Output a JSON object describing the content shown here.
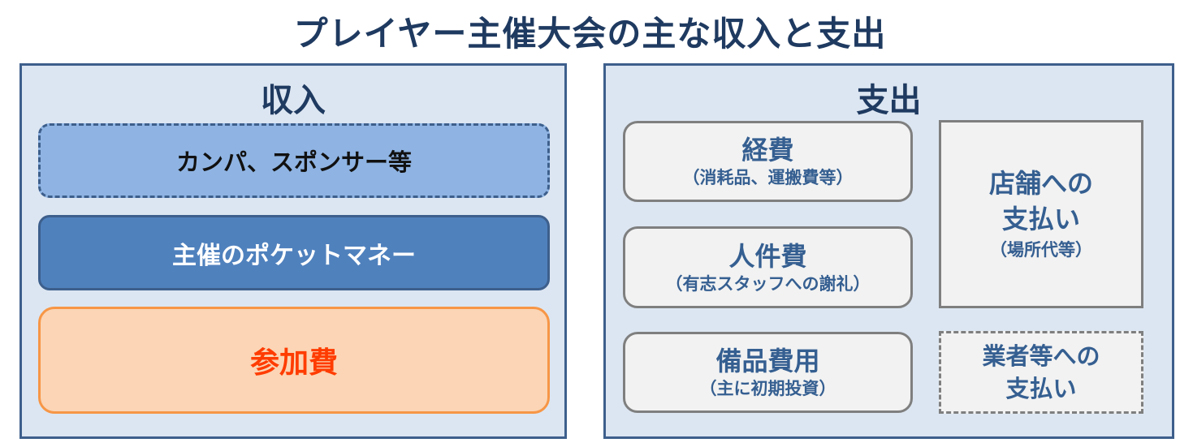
{
  "title": "プレイヤー主催大会の主な収入と支出",
  "income": {
    "heading": "収入",
    "items": [
      "カンパ、スポンサー等",
      "主催のポケットマネー",
      "参加費"
    ]
  },
  "expense": {
    "heading": "支出",
    "items": [
      {
        "main": "経費",
        "sub": "（消耗品、運搬費等）"
      },
      {
        "main": "人件費",
        "sub": "（有志スタッフへの謝礼）"
      },
      {
        "main": "備品費用",
        "sub": "（主に初期投資）"
      }
    ],
    "store": {
      "line1": "店舗への",
      "line2": "支払い",
      "sub": "（場所代等）"
    },
    "vendor": {
      "line1": "業者等への",
      "line2": "支払い"
    }
  }
}
